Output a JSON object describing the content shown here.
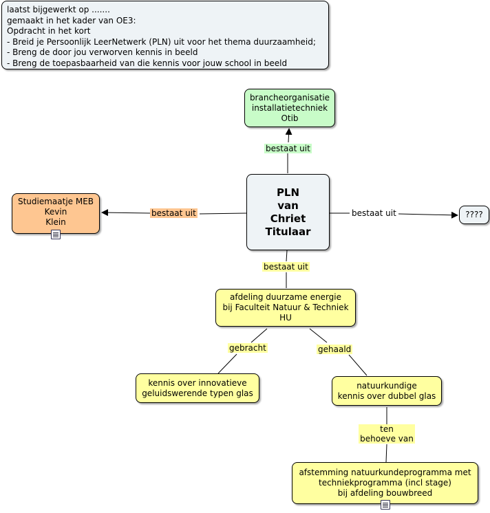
{
  "note": {
    "text": "laatst bijgewerkt op .......\ngemaakt in het kader van OE3:\nOpdracht in het kort\n- Breid je Persoonlijk LeerNetwerk (PLN) uit voor het thema duurzaamheid;\n- Breng de door jou verworven kennis in beeld\n- Breng de toepasbaarheid van die kennis voor jouw school in beeld"
  },
  "nodes": {
    "central": "PLN\nvan\nChriet\nTitulaar",
    "branche": "brancheorganisatie\ninstallatietechniek\nOtib",
    "studiemaatje": "Studiemaatje MEB\nKevin\nKlein",
    "unknown": "????",
    "afdeling": "afdeling duurzame energie\nbij Faculteit Natuur & Techniek\nHU",
    "kennis_glas": "kennis over innovatieve\ngeluidswerende typen glas",
    "natuurkundige": "natuurkundige\nkennis over dubbel glas",
    "afstemming": "afstemming natuurkundeprogramma met\ntechniekprogramma (incl stage)\nbij afdeling bouwbreed"
  },
  "links": {
    "top": "bestaat uit",
    "left": "bestaat uit",
    "right": "bestaat uit",
    "bottom": "bestaat uit",
    "gebracht": "gebracht",
    "gehaald": "gehaald",
    "ten_behoeve": "ten\nbehoeve van"
  },
  "colors": {
    "note_bg": "#eef3f6",
    "central_bg": "#eef3f6",
    "green": "#c8fcc8",
    "orange": "#fec691",
    "yellow": "#ffffa0",
    "grey": "#eef3f6"
  },
  "icons": [
    "document-icon",
    "document-icon"
  ]
}
